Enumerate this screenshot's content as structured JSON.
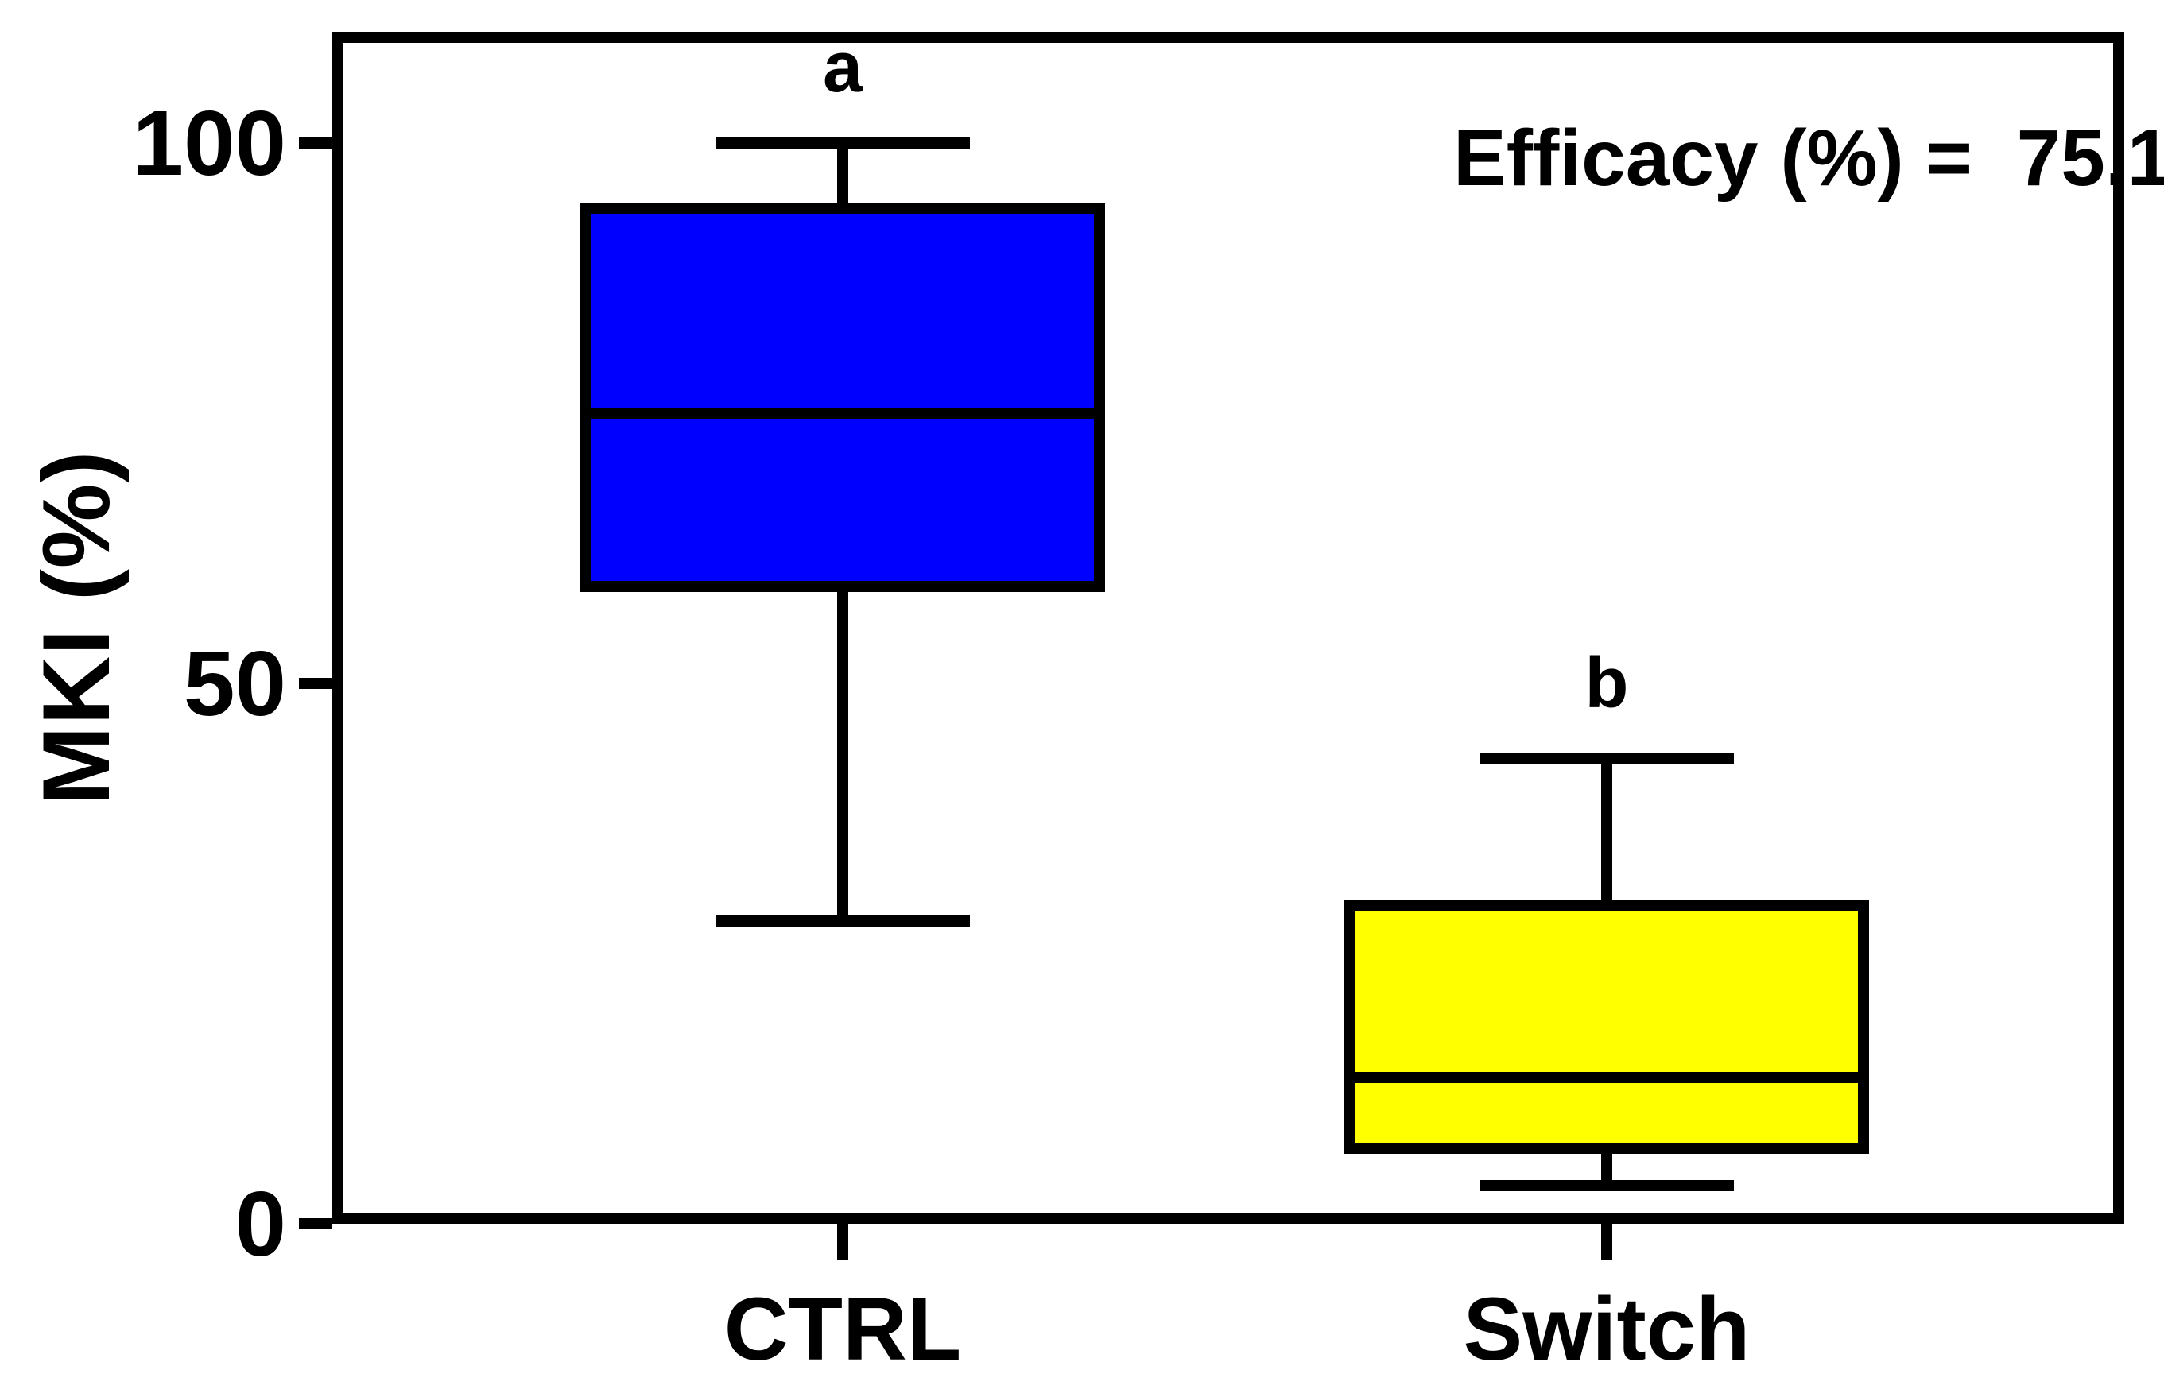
{
  "figure": {
    "background_color": "#ffffff",
    "frame_color": "#000000"
  },
  "chart_data": {
    "type": "boxplot",
    "title": "",
    "xlabel": "",
    "ylabel": "MKI (%)",
    "ylim": [
      0,
      110
    ],
    "yticks": [
      "100",
      "50",
      "0"
    ],
    "ytick_values": [
      100,
      50,
      0
    ],
    "grid": false,
    "legend": "none",
    "annotation": "Efficacy (%) =  75.1",
    "groups": [
      {
        "label": "CTRL",
        "sig_letter": "a",
        "fill_color": "#0000ff",
        "min": 28,
        "q1": 59,
        "median": 75,
        "q3": 94,
        "max": 100
      },
      {
        "label": "Switch",
        "sig_letter": "b",
        "fill_color": "#ffff00",
        "min": 3.5,
        "q1": 7,
        "median": 13.5,
        "q3": 29.5,
        "max": 43
      }
    ]
  }
}
